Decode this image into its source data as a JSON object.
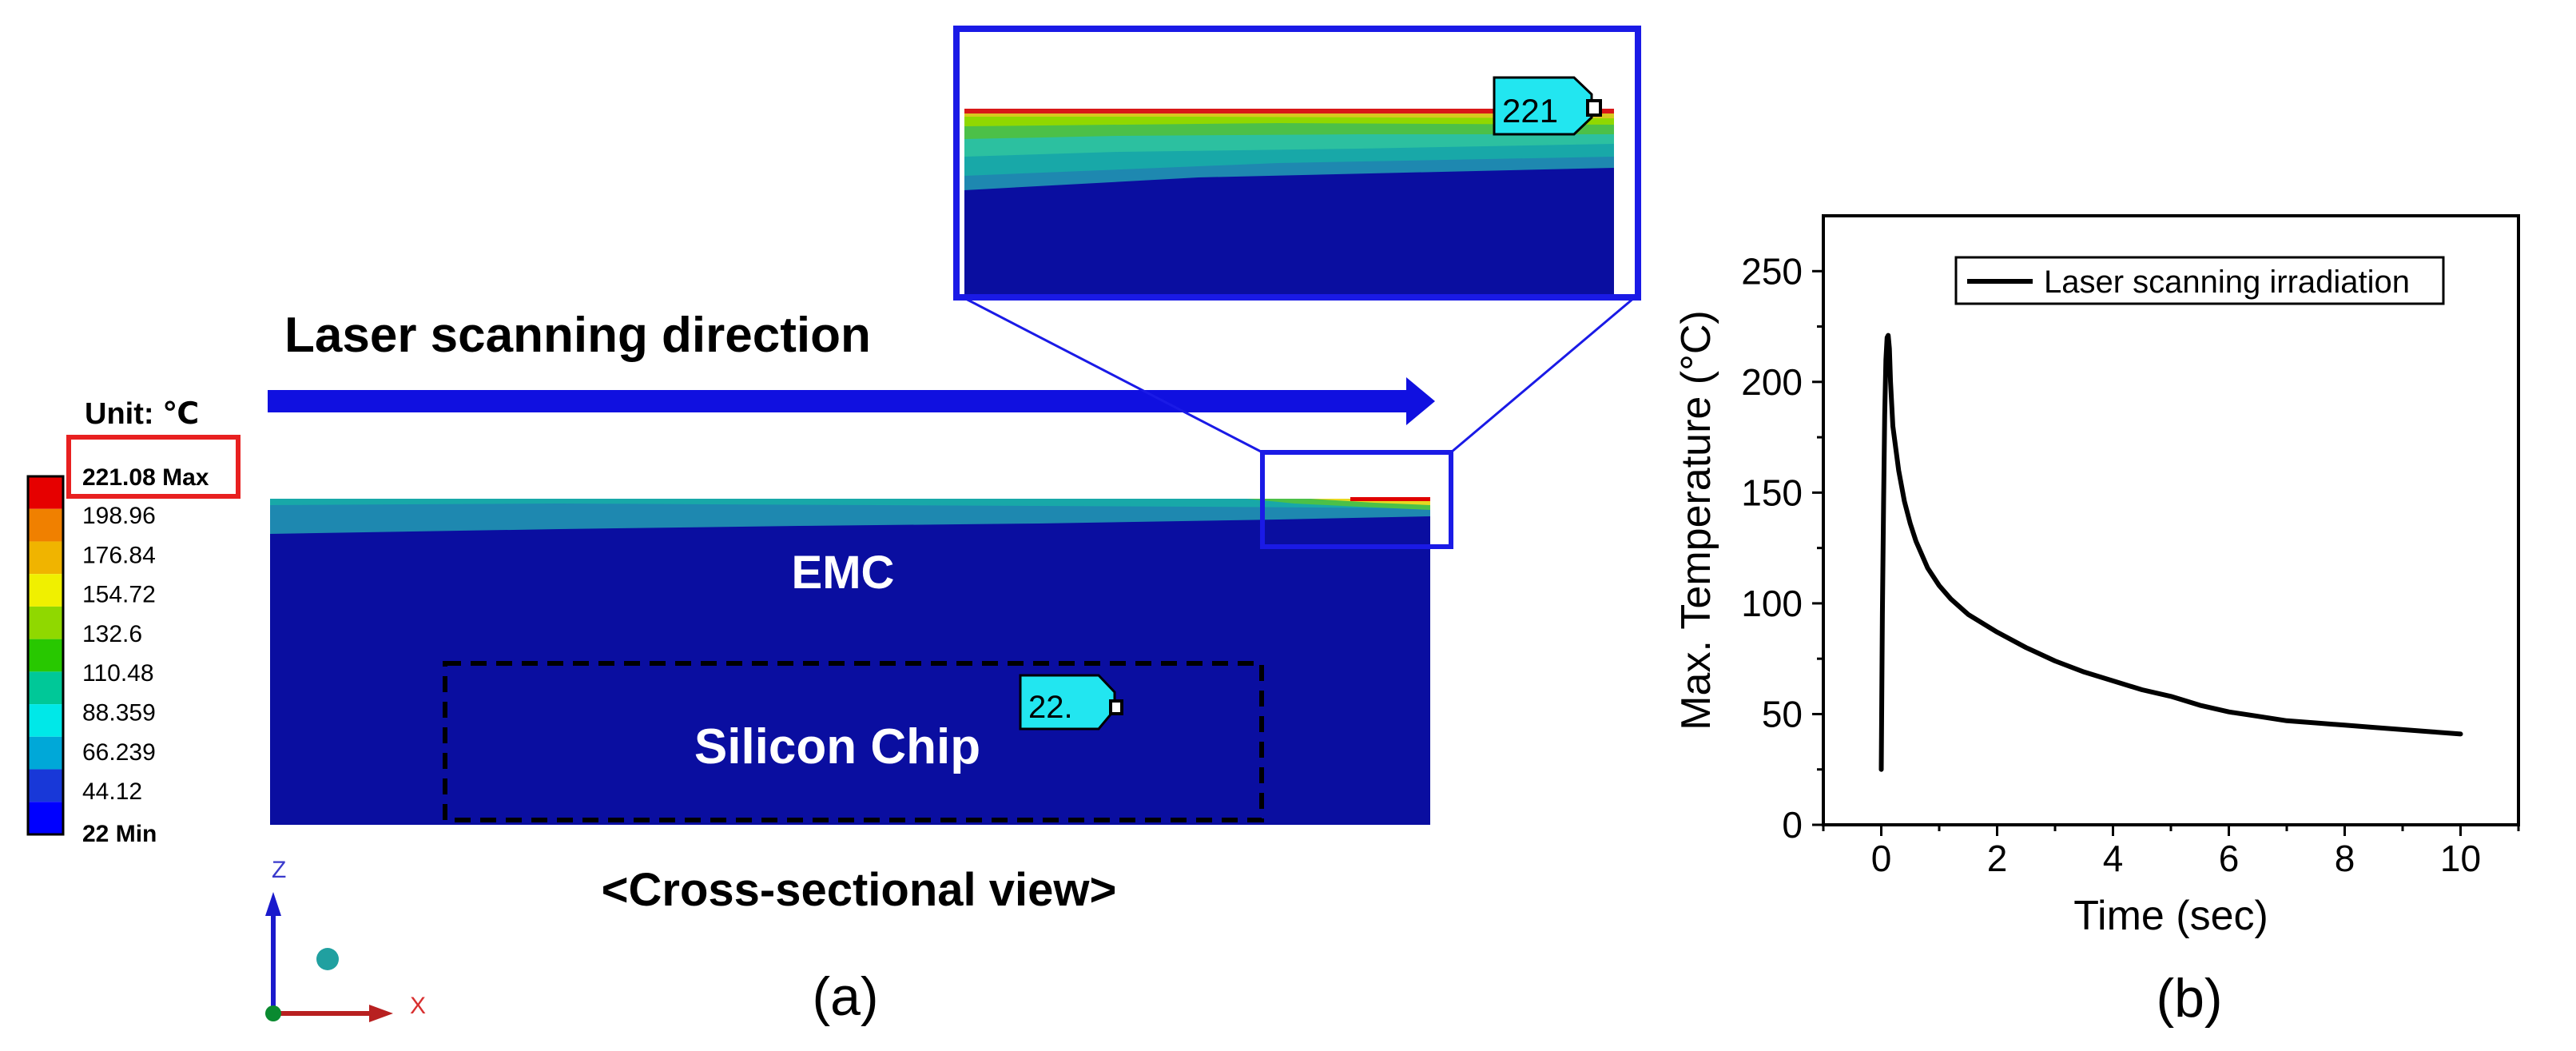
{
  "panel_a": {
    "unit_label": "Unit: ℃",
    "legend_max_label": "221.08 Max",
    "legend_values": [
      "198.96",
      "176.84",
      "154.72",
      "132.6",
      "110.48",
      "88.359",
      "66.239",
      "44.12"
    ],
    "legend_min_label": "22 Min",
    "legend_colors": [
      "#e60000",
      "#f08000",
      "#f0b400",
      "#f0f000",
      "#90d800",
      "#28c800",
      "#00c898",
      "#00e8e8",
      "#00a8d8",
      "#1838d8",
      "#0000ff"
    ],
    "direction_label": "Laser scanning direction",
    "emc_label": "EMC",
    "chip_label": "Silicon Chip",
    "probe_main_label": "22.",
    "probe_zoom_label": "221",
    "view_caption": "<Cross-sectional view>",
    "axis_z": "Z",
    "axis_x": "X",
    "panel_label": "(a)",
    "colors": {
      "body": "#0a0ea0",
      "arrow": "#1010e0",
      "zoom_frame": "#1a1ae6",
      "highlight_box": "#e82020",
      "probe": "#22e6f0"
    }
  },
  "chart_data": {
    "type": "line",
    "title": "",
    "xlabel": "Time (sec)",
    "ylabel": "Max. Temperature (°C)",
    "xlim": [
      -1,
      11
    ],
    "ylim": [
      0,
      275
    ],
    "xticks": [
      0,
      2,
      4,
      6,
      8,
      10
    ],
    "yticks": [
      0,
      50,
      100,
      150,
      200,
      250
    ],
    "grid": false,
    "legend_position": "top-right",
    "series": [
      {
        "name": "Laser scanning irradiation",
        "color": "#000000",
        "x": [
          0,
          0.02,
          0.04,
          0.06,
          0.08,
          0.1,
          0.12,
          0.14,
          0.16,
          0.2,
          0.3,
          0.4,
          0.5,
          0.6,
          0.8,
          1.0,
          1.2,
          1.5,
          2.0,
          2.5,
          3.0,
          3.5,
          4.0,
          4.5,
          5.0,
          5.5,
          6.0,
          6.5,
          7.0,
          7.5,
          8.0,
          8.5,
          9.0,
          9.5,
          10.0
        ],
        "y": [
          25,
          95,
          145,
          185,
          210,
          220,
          221,
          215,
          200,
          180,
          160,
          146,
          136,
          128,
          116,
          108,
          102,
          95,
          87,
          80,
          74,
          69,
          65,
          61,
          58,
          54,
          51,
          49,
          47,
          46,
          45,
          44,
          43,
          42,
          41
        ]
      }
    ],
    "panel_label": "(b)"
  }
}
